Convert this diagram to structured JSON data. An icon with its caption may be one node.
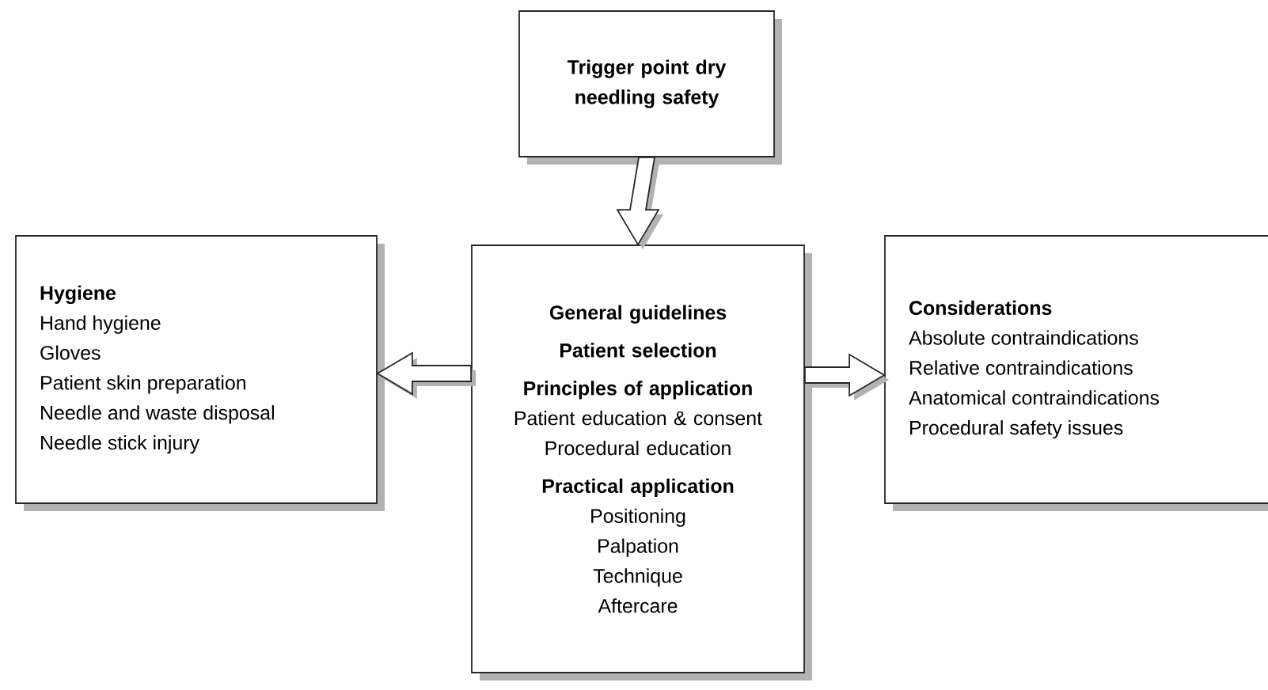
{
  "diagram": {
    "nodes": [
      {
        "text": [
          "Trigger point dry needling safety"
        ]
      },
      {
        "text": [
          "General guidelines",
          "Patient selection",
          "Principles of application",
          "Patient education & consent",
          "Procedural education",
          "Practical application",
          "Positioning",
          "Palpation",
          "Technique",
          "Aftercare"
        ]
      },
      {
        "text": [
          "Hygiene",
          "Hand hygiene",
          "Gloves",
          "Patient skin preparation",
          "Needle and waste disposal",
          "Needle stick injury"
        ]
      },
      {
        "text": [
          "Considerations",
          "Absolute contraindications",
          "Relative contraindications",
          "Anatomical contraindications",
          "Procedural safety issues"
        ]
      }
    ],
    "edges": [
      {
        "from": 0,
        "to": 1,
        "arrow": "to"
      },
      {
        "from": 1,
        "to": 2,
        "arrow": "to"
      },
      {
        "from": 1,
        "to": 3,
        "arrow": "to"
      }
    ]
  }
}
